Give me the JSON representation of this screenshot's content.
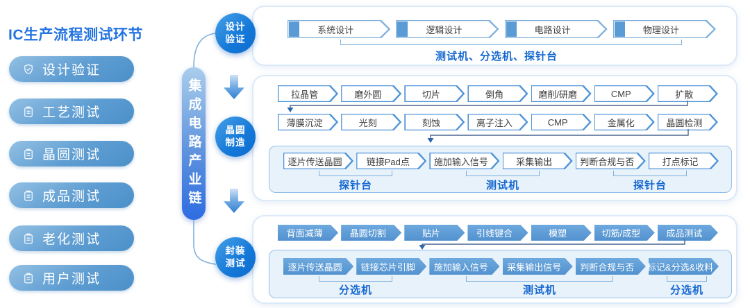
{
  "title": "IC生产流程测试环节",
  "colors": {
    "title_blue": "#2374e1",
    "pill_gradient": [
      "#93c0e3",
      "#4b90c9"
    ],
    "chain_gradient": [
      "#aacdec",
      "#2e6ce2"
    ],
    "badge_blue": "#1478d8",
    "solid_chevron": "#5b9bd5",
    "chevron_border": "#4f94d8",
    "equipment_label_blue": "#1668d0",
    "subbox_fill": "#e8f2fb"
  },
  "sidebar": {
    "items": [
      {
        "label": "设计验证",
        "icon": "shield-check-icon"
      },
      {
        "label": "工艺测试",
        "icon": "clipboard-icon"
      },
      {
        "label": "晶圆测试",
        "icon": "clipboard-icon"
      },
      {
        "label": "成品测试",
        "icon": "clipboard-icon"
      },
      {
        "label": "老化测试",
        "icon": "clipboard-icon"
      },
      {
        "label": "用户测试",
        "icon": "clipboard-icon"
      }
    ]
  },
  "chain": {
    "label": "集成电路产业链"
  },
  "badges": [
    {
      "line1": "设计",
      "line2": "验证"
    },
    {
      "line1": "晶圆",
      "line2": "制造"
    },
    {
      "line1": "封装",
      "line2": "测试"
    }
  ],
  "design": {
    "steps": [
      "系统设计",
      "逻辑设计",
      "电路设计",
      "物理设计"
    ],
    "equipment": "测试机、分选机、探针台"
  },
  "wafer": {
    "row1": [
      "拉晶管",
      "磨外圆",
      "切片",
      "倒角",
      "磨削/研磨",
      "CMP",
      "扩散"
    ],
    "row2": [
      "薄膜沉淀",
      "光刻",
      "刻蚀",
      "离子注入",
      "CMP",
      "金属化",
      "晶圆检测"
    ],
    "test_steps": [
      "逐片传送晶圆",
      "链接Pad点",
      "施加输入信号",
      "采集输出",
      "判断合规与否",
      "打点标记"
    ],
    "equipment": [
      "探针台",
      "测试机",
      "探针台"
    ]
  },
  "package": {
    "row1": [
      "背面减薄",
      "晶圆切割",
      "贴片",
      "引线键合",
      "模塑",
      "切筋/成型",
      "成品测试"
    ],
    "test_steps": [
      "逐片传送晶圆",
      "链接芯片引脚",
      "施加输入信号",
      "采集输出信号",
      "判断合规与否",
      "标记&分选&收料"
    ],
    "equipment": [
      "分选机",
      "测试机",
      "分选机"
    ]
  }
}
